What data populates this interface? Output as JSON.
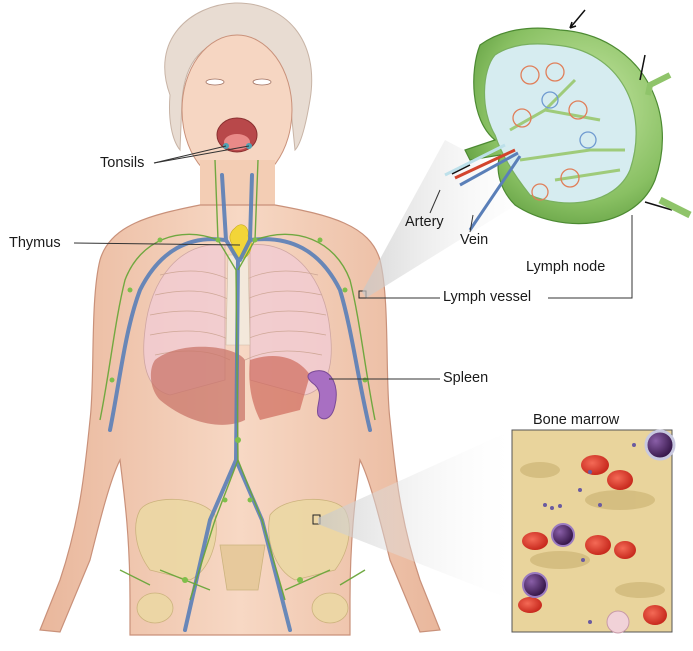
{
  "figure": {
    "type": "anatomical illustration",
    "subject": "lymphatic system",
    "colors": {
      "background": "#ffffff",
      "skin": "#f3cdb4",
      "skin_outline": "#c9917a",
      "hair": "#e6d6cc",
      "lymph_vessels": "#6aa63a",
      "veins": "#5a7fb8",
      "artery": "#d2442c",
      "thymus": "#f2d538",
      "spleen": "#a86fc2",
      "liver": "#c9766a",
      "lungs": "#f0c7cc",
      "bone": "#e8d39c",
      "lymph_node_capsule": "#8fc46a",
      "lymph_node_interior": "#d6ecf0",
      "red_blood_cell": "#e03a2c",
      "white_blood_cell": "#5b2a70",
      "label_text": "#1a1a1a"
    }
  },
  "labels": {
    "tonsils": "Tonsils",
    "thymus": "Thymus",
    "artery": "Artery",
    "vein": "Vein",
    "lymph_node": "Lymph node",
    "lymph_vessel": "Lymph vessel",
    "spleen": "Spleen",
    "bone_marrow": "Bone marrow"
  },
  "insets": [
    {
      "name": "lymph node cross-section",
      "labels": [
        "Artery",
        "Vein",
        "Lymph node"
      ]
    },
    {
      "name": "bone marrow detail",
      "labels": [
        "Bone marrow"
      ]
    }
  ]
}
